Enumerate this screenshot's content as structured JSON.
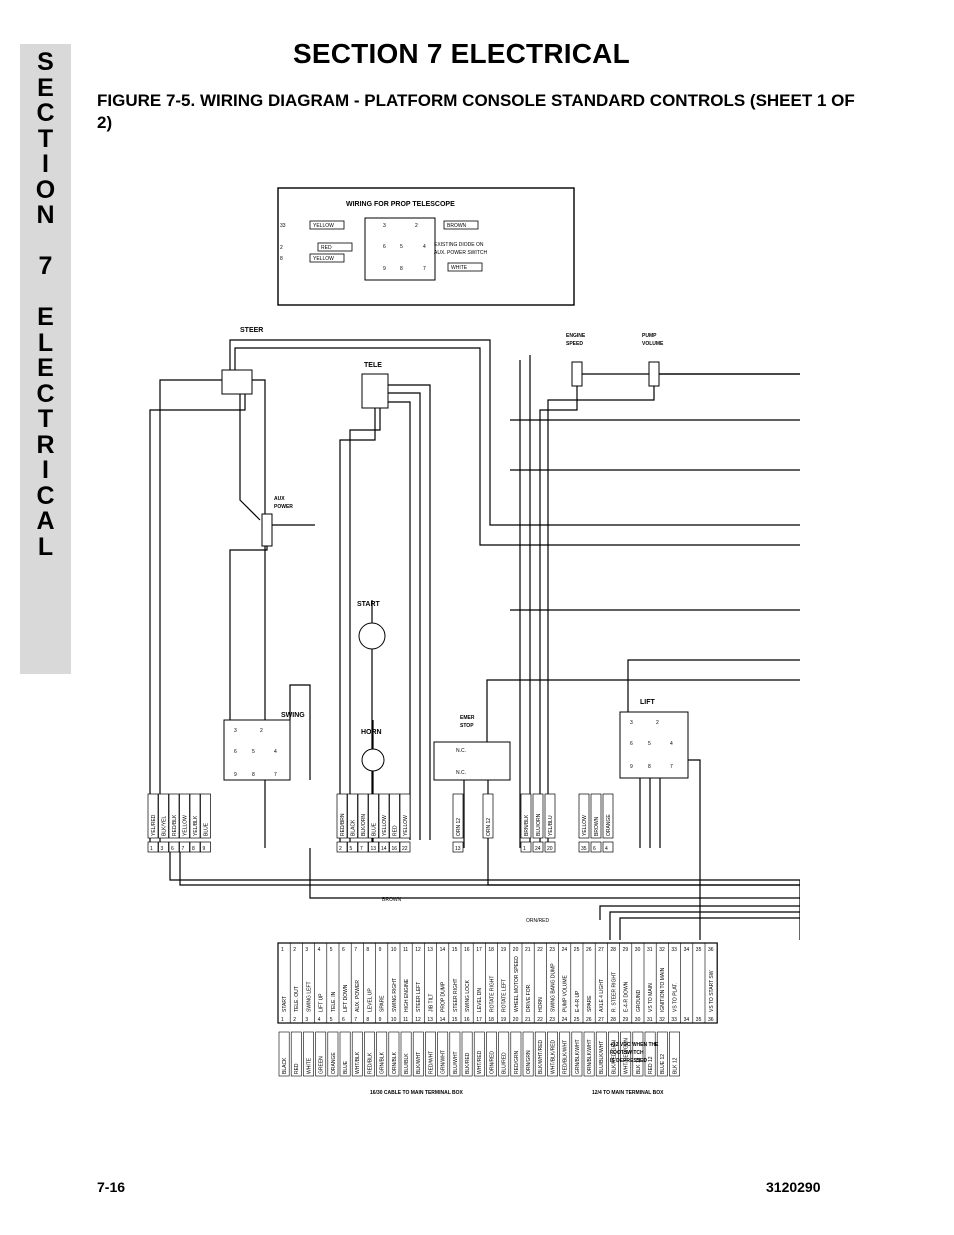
{
  "side_tab": {
    "letters": [
      "S",
      "E",
      "C",
      "T",
      "I",
      "O",
      "N",
      "",
      "7",
      "",
      "E",
      "L",
      "E",
      "C",
      "T",
      "R",
      "I",
      "C",
      "A",
      "L"
    ]
  },
  "header": {
    "section_title": "SECTION 7  ELECTRICAL",
    "figure_title": "FIGURE 7-5.    WIRING DIAGRAM - PLATFORM CONSOLE STANDARD CONTROLS (SHEET 1 OF 2)"
  },
  "diagram": {
    "prop_telescope": {
      "title": "WIRING FOR PROP TELESCOPE",
      "wires": [
        "YELLOW",
        "RED",
        "YELLOW",
        "BROWN",
        "WHITE"
      ],
      "pins": [
        "3",
        "2",
        "6",
        "5",
        "4",
        "9",
        "8",
        "7"
      ],
      "terminals": [
        "33",
        "2",
        "8"
      ],
      "diode_note": "EXISTING DIODE ON AUX. POWER SWITCH"
    },
    "components": {
      "steer": "STEER",
      "tele": "TELE",
      "engine_speed": "ENGINE SPEED",
      "pump_volume": "PUMP VOLUME",
      "aux_power": "AUX POWER",
      "start": "START",
      "swing": "SWING",
      "horn": "HORN",
      "emer_stop": "EMER STOP",
      "lift": "LIFT",
      "nc_label": "N.C."
    },
    "switch_pins": [
      "3",
      "2",
      "6",
      "5",
      "4",
      "9",
      "8",
      "7"
    ],
    "wire_labels": {
      "left": [
        "YEL/RED",
        "BLK/YEL",
        "RED/BLK",
        "YELLOW",
        "YEL/BLK",
        "BLUE"
      ],
      "left_terminals": [
        "1",
        "3",
        "6",
        "7",
        "8",
        "9"
      ],
      "middle": [
        "RED/BRN",
        "BLACK",
        "BLK/ORN",
        "BLUE",
        "YELLOW",
        "RED",
        "YELLOW"
      ],
      "middle_terminals": [
        "2",
        "5",
        "7",
        "13",
        "14",
        "16",
        "22"
      ],
      "emer": [
        "ORN 12",
        "ORN 12"
      ],
      "emer_terminals": [
        "13"
      ],
      "center": [
        "BRN/BLK",
        "BLU/ORN",
        "YEL/BLU"
      ],
      "center_terminals": [
        "1",
        "24",
        "20"
      ],
      "lift_wires": [
        "YELLOW",
        "BROWN",
        "ORANGE"
      ],
      "lift_terminals": [
        "35",
        "6",
        "4"
      ],
      "brown": "BROWN",
      "orn_red": "ORN/RED"
    },
    "terminal_strip": {
      "numbers": [
        "1",
        "2",
        "3",
        "4",
        "5",
        "6",
        "7",
        "8",
        "9",
        "10",
        "11",
        "12",
        "13",
        "14",
        "15",
        "16",
        "17",
        "18",
        "19",
        "20",
        "21",
        "22",
        "23",
        "24",
        "25",
        "26",
        "27",
        "28",
        "29",
        "30",
        "31",
        "32",
        "33",
        "34",
        "35",
        "36"
      ],
      "functions": [
        "START",
        "TELE. OUT",
        "SWING LEFT",
        "LIFT UP",
        "TELE. IN",
        "LIFT DOWN",
        "AUX. POWER",
        "LEVEL UP",
        "SPARE",
        "SWING RIGHT",
        "HIGH ENGINE",
        "STEER LEFT",
        "JIB TILT",
        "PROP DUMP",
        "STEER RIGHT",
        "SWING LOCK",
        "LEVEL DN",
        "ROTATE RIGHT",
        "ROTATE LEFT",
        "WHEEL MOTOR SPEED",
        "DRIVE FOR.",
        "HORN",
        "SWING BANG DUMP",
        "PUMP VOLUME",
        "E-4-R UP",
        "SPARE",
        "AXLE 4 LIGHT",
        "R. STEER RIGHT",
        "E-4-R DOWN",
        "GROUND",
        "VS TO MAIN",
        "IGNITION TO MAIN",
        "VS TO PLAT.",
        "",
        "",
        "VS TO START SW"
      ],
      "wire_colors": [
        "BLACK",
        "RED",
        "WHITE",
        "GREEN",
        "ORANGE",
        "BLUE",
        "WHT/BLK",
        "RED/BLK",
        "GRN/BLK",
        "ORN/BLK",
        "BLU/BLK",
        "BLK/WHT",
        "RED/WHT",
        "GRN/WHT",
        "BLU/WHT",
        "BLK/RED",
        "WHT/RED",
        "ORN/RED",
        "BLU/RED",
        "RED/GRN",
        "ORN/GRN",
        "BLK/WHT/RED",
        "WHT/BLK/RED",
        "RED/BLK/WHT",
        "GRN/BLK/WHT",
        "ORN/BLK/WHT",
        "BLU/BLK/WHT",
        "BLK/RED/GRN",
        "WHT/RED/GRN",
        "BLK 12",
        "RED 12",
        "BLUE 12",
        "BLK 12"
      ],
      "footswitch_note": "+12 VDC WHEN THE FOOTSWITCH IS DEPRESSED",
      "cable_main": "16/30 CABLE TO MAIN TERMINAL BOX",
      "cable_small": "12/4 TO MAIN TERMINAL BOX"
    }
  },
  "footer": {
    "page_number": "7-16",
    "doc_number": "3120290"
  }
}
